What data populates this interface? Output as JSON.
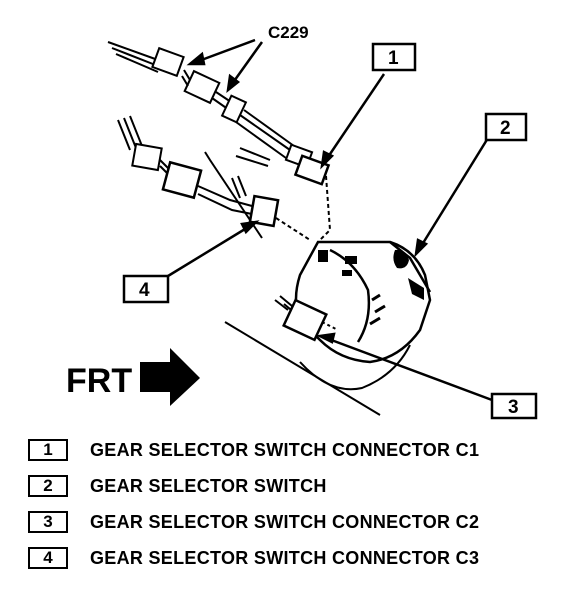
{
  "diagram": {
    "connector_label": "C229",
    "front_label": "FRT",
    "callouts": [
      {
        "number": "1"
      },
      {
        "number": "2"
      },
      {
        "number": "3"
      },
      {
        "number": "4"
      }
    ]
  },
  "legend": [
    {
      "number": "1",
      "text": "GEAR SELECTOR SWITCH CONNECTOR C1"
    },
    {
      "number": "2",
      "text": "GEAR SELECTOR SWITCH"
    },
    {
      "number": "3",
      "text": "GEAR SELECTOR SWITCH CONNECTOR C2"
    },
    {
      "number": "4",
      "text": "GEAR SELECTOR SWITCH CONNECTOR C3"
    }
  ]
}
